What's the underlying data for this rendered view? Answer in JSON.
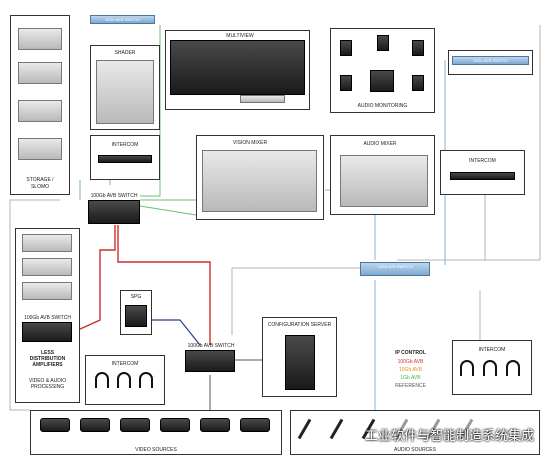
{
  "labels": {
    "top_switch": "10Gb AVB SWITCH",
    "shader": "SHADER",
    "multiview": "MULTIVIEW",
    "audio_monitoring": "AUDIO MONITORING",
    "top_right_switch": "10Gb AVB SWITCH",
    "intercom_left": "INTERCOM",
    "vision_mixer": "VISION MIXER",
    "audio_mixer": "AUDIO MIXER",
    "intercom_right": "INTERCOM",
    "storage": "STORAGE /",
    "slomo": "SLOMO",
    "switch_100_left": "100Gb AVB SWITCH",
    "switch_10_center": "10Gb AVB SWITCH",
    "distribution_switch": "100Gb AVB SWITCH",
    "less_line1": "LESS",
    "less_line2": "DISTRIBUTION",
    "less_line3": "AMPLIFIERS",
    "video_audio_line1": "VIDEO & AUDIO",
    "video_audio_line2": "PROCESSING",
    "spg": "SPG",
    "switch_100_bottom": "100Gb AVB SWITCH",
    "configuration_server": "CONFIGURATION SERVER",
    "intercom_bottom_left": "INTERCOM",
    "intercom_bottom_right": "INTERCOM",
    "video_sources": "VIDEO SOURCES",
    "audio_sources": "AUDIO SOURCES",
    "watermark": "工业软件与智能制造系统集成"
  },
  "legend": {
    "title": "IP CONTROL",
    "items": [
      {
        "label": "100Gb AVB",
        "color": "#e0302c"
      },
      {
        "label": "10Gb AVB",
        "color": "#f28a1e"
      },
      {
        "label": "1Gb AVB",
        "color": "#4ab54a"
      },
      {
        "label": "REFERENCE",
        "color": "#555555"
      }
    ]
  },
  "colors": {
    "red_link": "#c9302c",
    "green_link": "#6cc06c",
    "blue_link": "#7fb3e0",
    "gray_link": "#b5b5b5",
    "navy_link": "#2a3f8f"
  }
}
